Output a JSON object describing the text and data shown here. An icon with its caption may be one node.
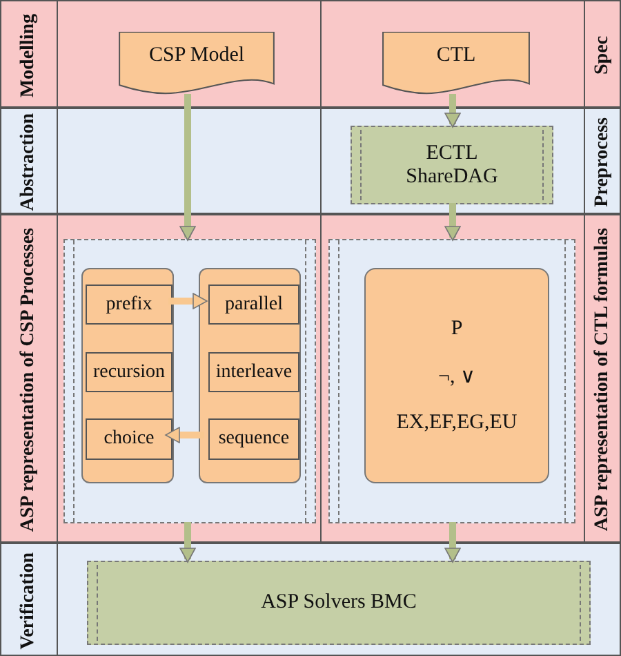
{
  "diagram": {
    "nodes": [
      {
        "text": [
          "Modelling",
          "Spec"
        ]
      },
      {
        "text": [
          "CSP Model"
        ],
        "in": 0
      },
      {
        "text": [
          "CTL"
        ],
        "in": 0
      },
      {
        "text": [
          "Abstraction",
          "Preprocess"
        ]
      },
      {
        "text": [
          "ECTL ShareDAG"
        ],
        "in": 3
      },
      {
        "text": [
          "ASP representation of CSP Processes",
          "ASP representation of CTL formulas"
        ]
      },
      {
        "text": [],
        "shape": "box",
        "in": 5
      },
      {
        "text": [],
        "shape": "box",
        "in": 6
      },
      {
        "text": [
          "prefix"
        ],
        "in": 7
      },
      {
        "text": [
          "recursion"
        ],
        "in": 7
      },
      {
        "text": [
          "choice"
        ],
        "in": 7
      },
      {
        "text": [],
        "shape": "box",
        "in": 6
      },
      {
        "text": [
          "parallel"
        ],
        "in": 11
      },
      {
        "text": [
          "interleave"
        ],
        "in": 11
      },
      {
        "text": [
          "sequence"
        ],
        "in": 11
      },
      {
        "text": [],
        "shape": "box",
        "in": 5
      },
      {
        "text": [
          "P",
          "¬, ∨",
          "EX,EF,EG,EU"
        ],
        "in": 15
      },
      {
        "text": [
          "Verification"
        ]
      },
      {
        "text": [
          "ASP Solvers BMC"
        ],
        "in": 17
      }
    ],
    "edges": [
      {
        "from": 1,
        "to": 6,
        "arrow": "to"
      },
      {
        "from": 2,
        "to": 4,
        "arrow": "to"
      },
      {
        "from": 4,
        "to": 15,
        "arrow": "to"
      },
      {
        "from": 8,
        "to": 12,
        "arrow": "to",
        "color": "#f9c890"
      },
      {
        "from": 14,
        "to": 10,
        "arrow": "to",
        "color": "#f9c890"
      },
      {
        "from": 6,
        "to": 18,
        "arrow": "to"
      },
      {
        "from": 15,
        "to": 18,
        "arrow": "to"
      }
    ]
  }
}
